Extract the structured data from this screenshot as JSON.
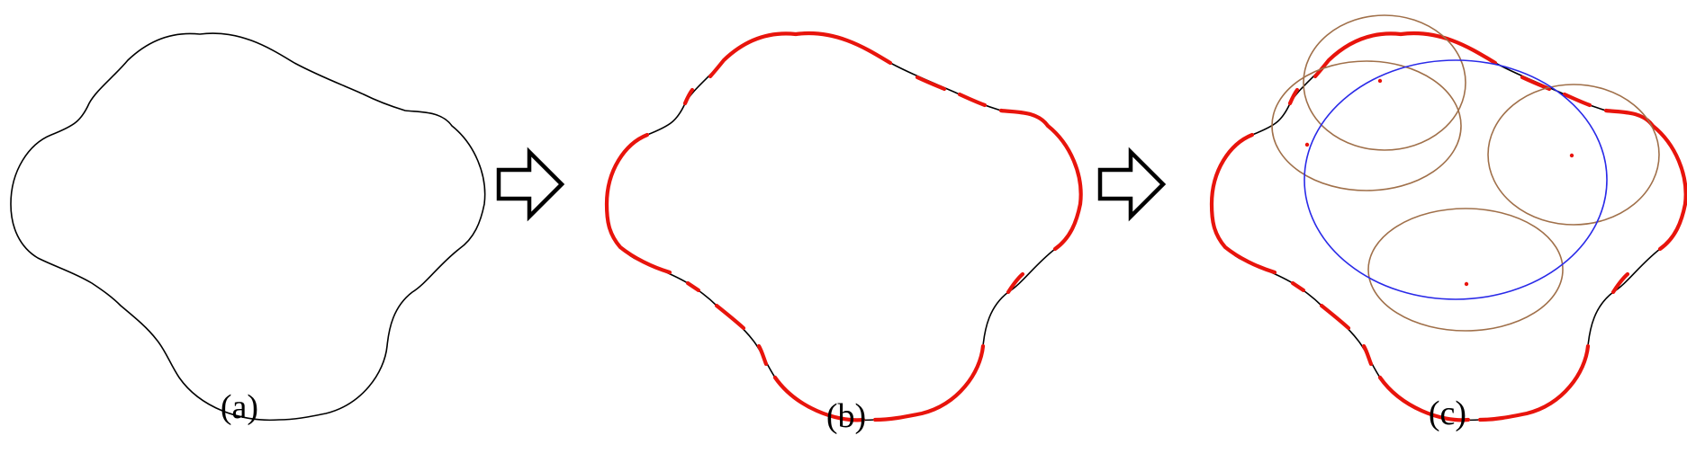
{
  "panels": [
    {
      "id": "a",
      "label": "(a)"
    },
    {
      "id": "b",
      "label": "(b)"
    },
    {
      "id": "c",
      "label": "(c)"
    }
  ],
  "colors": {
    "contour": "#000000",
    "highlight": "#e8140c",
    "component_circle": "#a0704a",
    "enclosing_circle": "#2a2ae8",
    "center_point": "#e8140c",
    "arrow": "#000000"
  },
  "icons": {
    "arrow": "right-arrow-outline-icon"
  }
}
